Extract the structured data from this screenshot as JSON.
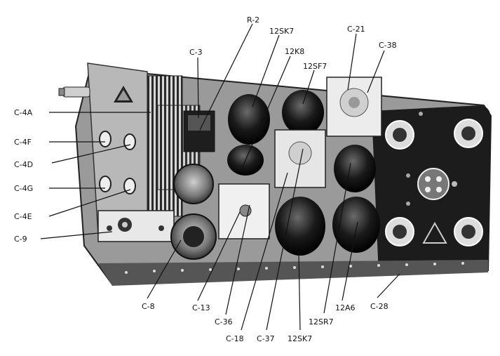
{
  "figure": {
    "labels": {
      "r2": "R-2",
      "c3": "C-3",
      "sk7_top": "12SK7",
      "k8": "12K8",
      "sf7": "12SF7",
      "c21": "C-21",
      "c38": "C-38",
      "c4a": "C-4A",
      "c4f": "C-4F",
      "c4d": "C-4D",
      "c4g": "C-4G",
      "c4e": "C-4E",
      "c9": "C-9",
      "c8": "C-8",
      "c13": "C-13",
      "c36": "C-36",
      "c18": "C-18",
      "c37": "C-37",
      "sk7_bottom": "12SK7",
      "sr7": "12SR7",
      "a6": "12A6",
      "c28": "C-28"
    }
  }
}
